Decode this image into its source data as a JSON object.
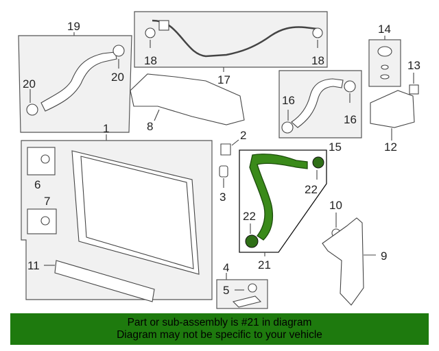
{
  "callouts": {
    "n1": "1",
    "n2": "2",
    "n3": "3",
    "n4": "4",
    "n5": "5",
    "n6": "6",
    "n7": "7",
    "n8": "8",
    "n9": "9",
    "n10": "10",
    "n11": "11",
    "n12": "12",
    "n13": "13",
    "n14": "14",
    "n15": "15",
    "n16a": "16",
    "n16b": "16",
    "n17": "17",
    "n18a": "18",
    "n18b": "18",
    "n19": "19",
    "n20a": "20",
    "n20b": "20",
    "n21": "21",
    "n22a": "22",
    "n22b": "22"
  },
  "banner": {
    "line1": "Part or sub-assembly is #21 in diagram",
    "line2": "Diagram may not be specific to your vehicle"
  },
  "colors": {
    "highlight_hose": "#3a8a1a",
    "banner_bg": "#1e7a0e"
  }
}
